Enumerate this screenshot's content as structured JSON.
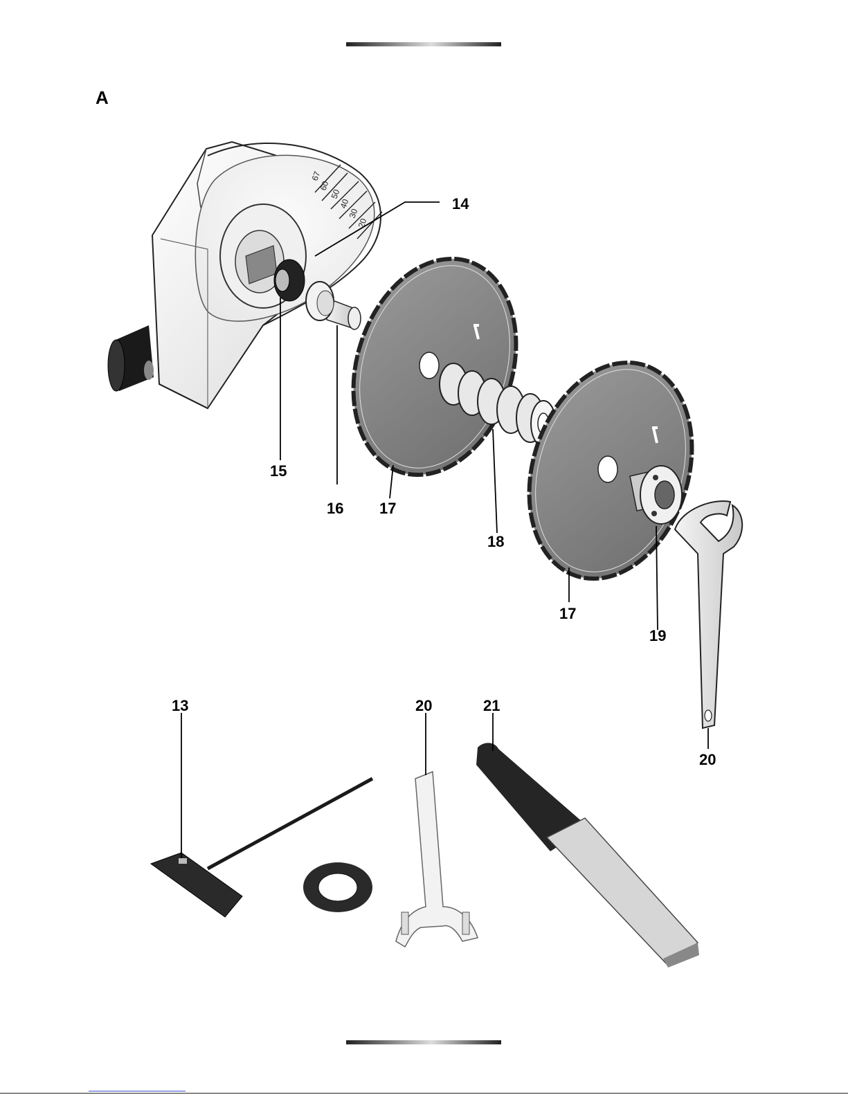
{
  "figure": {
    "letter": "A",
    "scale_marks": [
      "67",
      "60",
      "50",
      "40",
      "30",
      "20"
    ],
    "callouts": {
      "c14": "14",
      "c15": "15",
      "c16": "16",
      "c17a": "17",
      "c18": "18",
      "c17b": "17",
      "c19": "19",
      "c20a": "20",
      "c13": "13",
      "c20b": "20",
      "c21": "21"
    }
  }
}
